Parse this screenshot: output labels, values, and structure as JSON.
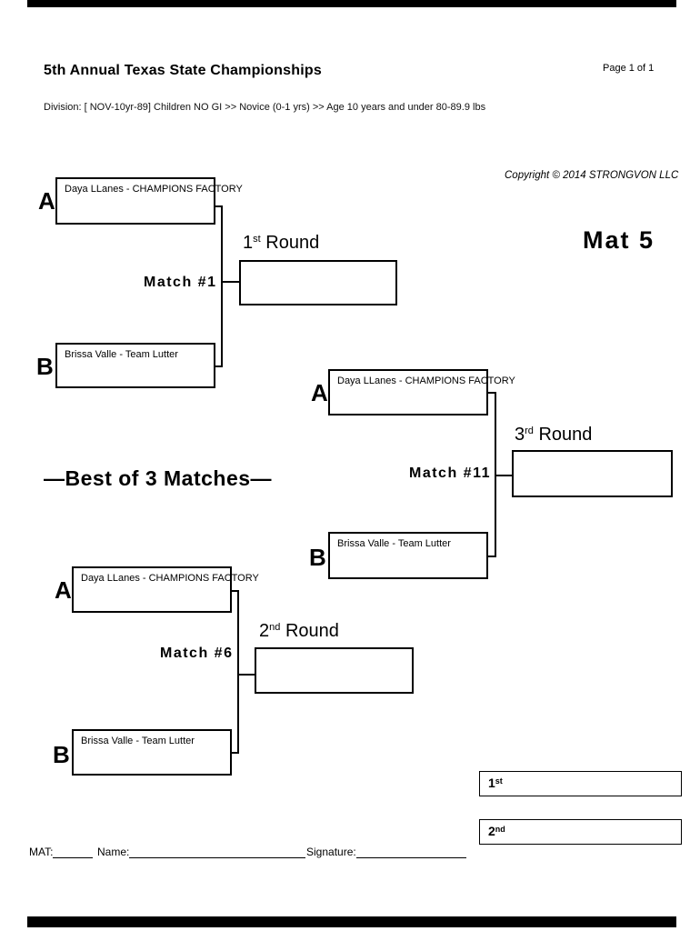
{
  "page": {
    "title": "5th Annual Texas State Championships",
    "page_number": "Page 1 of 1",
    "division": "Division: [ NOV-10yr-89]   Children NO GI >> Novice (0-1 yrs) >> Age 10 years and under 80-89.9 lbs",
    "copyright": "Copyright © 2014 STRONGVON LLC",
    "mat_assignment": "Mat 5",
    "best_of_note": "—Best of 3 Matches—"
  },
  "brackets": [
    {
      "match_label": "Match #1",
      "round_number": "1",
      "round_ordinal": "st",
      "round_word": "Round",
      "competitor_a": {
        "seed": "A",
        "name": "Daya LLanes - CHAMPIONS FACTORY"
      },
      "competitor_b": {
        "seed": "B",
        "name": "Brissa Valle - Team Lutter"
      },
      "winner_value": ""
    },
    {
      "match_label": "Match #11",
      "round_number": "3",
      "round_ordinal": "rd",
      "round_word": "Round",
      "competitor_a": {
        "seed": "A",
        "name": "Daya LLanes - CHAMPIONS FACTORY"
      },
      "competitor_b": {
        "seed": "B",
        "name": "Brissa Valle - Team Lutter"
      },
      "winner_value": ""
    },
    {
      "match_label": "Match #6",
      "round_number": "2",
      "round_ordinal": "nd",
      "round_word": "Round",
      "competitor_a": {
        "seed": "A",
        "name": "Daya LLanes - CHAMPIONS FACTORY"
      },
      "competitor_b": {
        "seed": "B",
        "name": "Brissa Valle - Team Lutter"
      },
      "winner_value": ""
    }
  ],
  "places": [
    {
      "rank": "1",
      "ordinal": "st",
      "value": ""
    },
    {
      "rank": "2",
      "ordinal": "nd",
      "value": ""
    }
  ],
  "footer": {
    "mat_label": "MAT:",
    "name_label": "Name:",
    "signature_label": "Signature:",
    "mat_value": "",
    "name_value": "",
    "signature_value": ""
  }
}
